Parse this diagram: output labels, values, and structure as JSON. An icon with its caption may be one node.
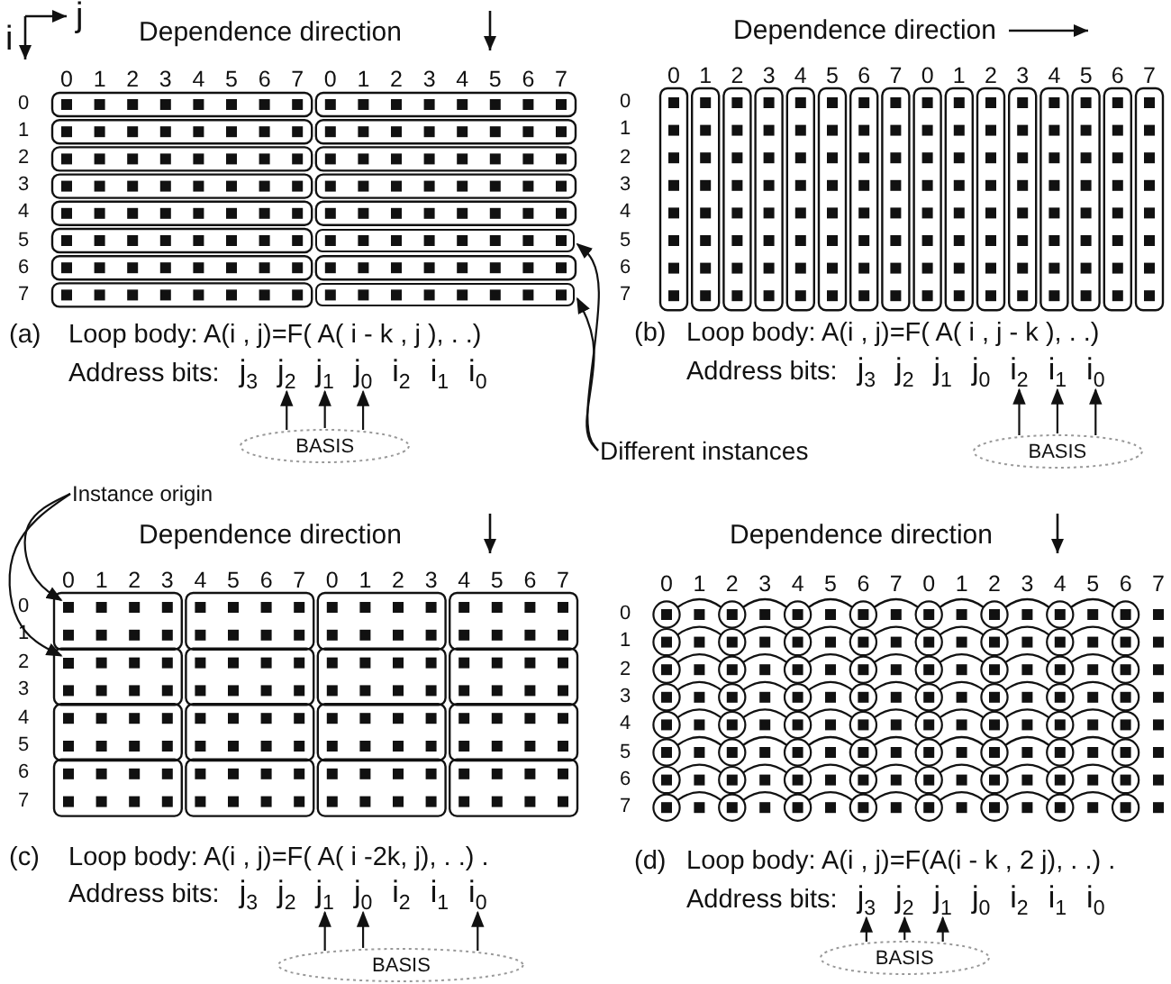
{
  "diagram": {
    "nodes": [
      {
        "text": [],
        "shape": "box"
      },
      {
        "text": [],
        "shape": "box"
      },
      {
        "text": [
          "Different instances"
        ]
      },
      {
        "text": [
          "j$_{3}$"
        ]
      },
      {
        "text": [
          "j$_{2}$"
        ]
      },
      {
        "text": [
          "j$_{1}$"
        ]
      },
      {
        "text": [
          "j$_{0}$"
        ]
      },
      {
        "text": [
          "i$_{2}$"
        ]
      },
      {
        "text": [
          "i$_{1}$"
        ]
      },
      {
        "text": [
          "i$_{0}$"
        ]
      },
      {
        "text": [
          "BASIS"
        ]
      },
      {
        "text": [
          "j$_{3}$"
        ]
      },
      {
        "text": [
          "j$_{2}$"
        ]
      },
      {
        "text": [
          "j$_{1}$"
        ]
      },
      {
        "text": [
          "j$_{0}$"
        ]
      },
      {
        "text": [
          "i$_{2}$"
        ]
      },
      {
        "text": [
          "i$_{1}$"
        ]
      },
      {
        "text": [
          "i$_{0}$"
        ]
      },
      {
        "text": [
          "BASIS"
        ]
      },
      {
        "text": [
          "Instance origin"
        ]
      },
      {
        "text": [],
        "shape": "box"
      },
      {
        "text": [],
        "shape": "box"
      },
      {
        "text": [
          "j$_{3}$"
        ]
      },
      {
        "text": [
          "j$_{2}$"
        ]
      },
      {
        "text": [
          "j$_{1}$"
        ]
      },
      {
        "text": [
          "j$_{0}$"
        ]
      },
      {
        "text": [
          "i$_{2}$"
        ]
      },
      {
        "text": [
          "i$_{1}$"
        ]
      },
      {
        "text": [
          "i$_{0}$"
        ]
      },
      {
        "text": [
          "BASIS"
        ]
      },
      {
        "text": [
          "j$_{3}$"
        ]
      },
      {
        "text": [
          "j$_{2}$"
        ]
      },
      {
        "text": [
          "j$_{1}$"
        ]
      },
      {
        "text": [
          "j$_{0}$"
        ]
      },
      {
        "text": [
          "i$_{2}$"
        ]
      },
      {
        "text": [
          "i$_{1}$"
        ]
      },
      {
        "text": [
          "i$_{0}$"
        ]
      },
      {
        "text": [
          "BASIS"
        ]
      }
    ],
    "edges": [
      {
        "from": 2,
        "to": 0,
        "arrow": "to"
      },
      {
        "from": 2,
        "to": 1,
        "arrow": "to"
      },
      {
        "from": 10,
        "to": 4,
        "arrow": "to"
      },
      {
        "from": 10,
        "to": 5,
        "arrow": "to"
      },
      {
        "from": 10,
        "to": 6,
        "arrow": "to"
      },
      {
        "from": 18,
        "to": 15,
        "arrow": "to"
      },
      {
        "from": 18,
        "to": 16,
        "arrow": "to"
      },
      {
        "from": 18,
        "to": 17,
        "arrow": "to"
      },
      {
        "from": 19,
        "to": 20,
        "arrow": "to"
      },
      {
        "from": 19,
        "to": 21,
        "arrow": "to"
      },
      {
        "from": 29,
        "to": 24,
        "arrow": "to"
      },
      {
        "from": 29,
        "to": 25,
        "arrow": "to"
      },
      {
        "from": 29,
        "to": 28,
        "arrow": "to"
      },
      {
        "from": 37,
        "to": 30,
        "arrow": "to"
      },
      {
        "from": 37,
        "to": 31,
        "arrow": "to"
      },
      {
        "from": 37,
        "to": 32,
        "arrow": "to"
      }
    ],
    "labels": [
      "j",
      "i",
      "Dependence direction",
      "0",
      "1",
      "2",
      "3",
      "4",
      "5",
      "6",
      "7",
      "0",
      "1",
      "2",
      "3",
      "4",
      "5",
      "6",
      "7",
      "0",
      "1",
      "2",
      "3",
      "4",
      "5",
      "6",
      "7",
      "(a)",
      "Loop body: A(i , j)=F( A( i - k , j ), . .)",
      "Address bits:",
      "Dependence direction",
      "0",
      "1",
      "2",
      "3",
      "4",
      "5",
      "6",
      "7",
      "0",
      "1",
      "2",
      "3",
      "4",
      "5",
      "6",
      "7",
      "0",
      "1",
      "2",
      "3",
      "4",
      "5",
      "6",
      "7",
      "(b)",
      "Loop body: A(i , j)=F( A( i , j - k ), . .)",
      "Address bits:",
      "Dependence direction",
      "0",
      "1",
      "2",
      "3",
      "4",
      "5",
      "6",
      "7",
      "0",
      "1",
      "2",
      "3",
      "4",
      "5",
      "6",
      "7",
      "0",
      "1",
      "2",
      "3",
      "4",
      "5",
      "6",
      "7",
      "(c)",
      "Loop body: A(i , j)=F( A( i -2k, j), . .) .",
      "Address bits:",
      "Dependence direction",
      "0",
      "1",
      "2",
      "3",
      "4",
      "5",
      "6",
      "7",
      "0",
      "1",
      "2",
      "3",
      "4",
      "5",
      "6",
      "7",
      "0",
      "1",
      "2",
      "3",
      "4",
      "5",
      "6",
      "7",
      "(d)",
      "Loop body: A(i , j)=F(A(i - k , 2 j), . .) .",
      "Address bits:"
    ]
  }
}
